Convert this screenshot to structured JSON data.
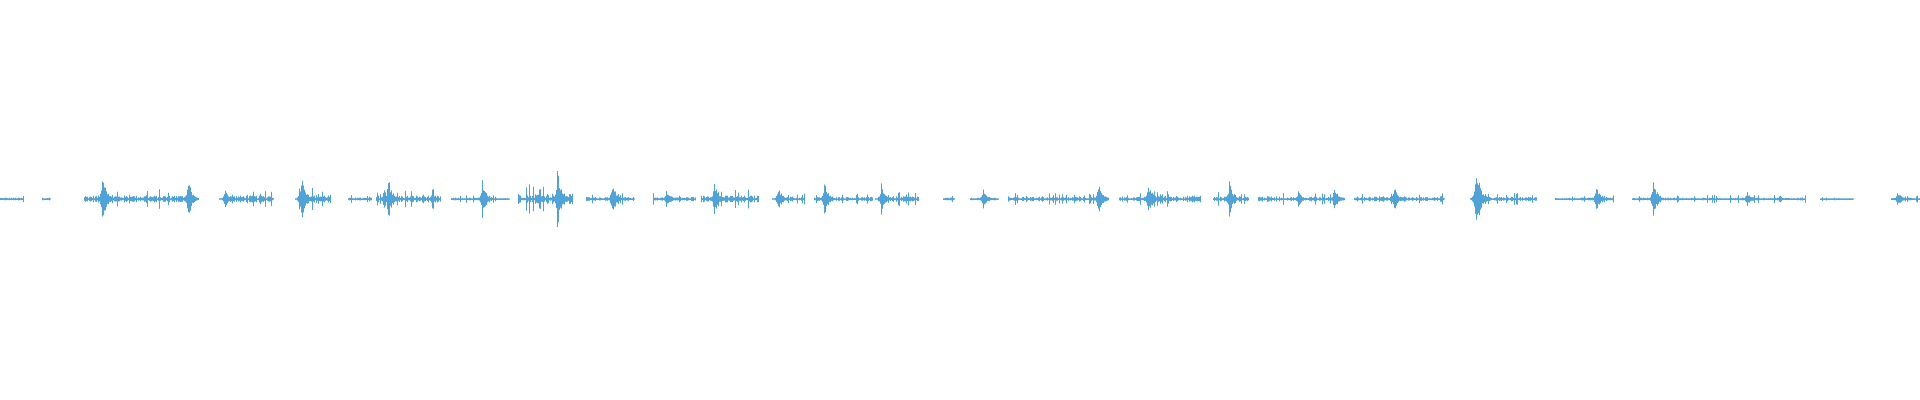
{
  "waveform": {
    "color": "#4fa3d9",
    "segments": [
      {
        "start": 0.0,
        "end": 0.012,
        "peak": 0.02
      },
      {
        "start": 0.022,
        "end": 0.026,
        "peak": 0.01
      },
      {
        "start": 0.044,
        "end": 0.099,
        "peak": 0.05
      },
      {
        "start": 0.12,
        "end": 0.142,
        "peak": 0.05
      },
      {
        "start": 0.155,
        "end": 0.172,
        "peak": 0.06
      },
      {
        "start": 0.181,
        "end": 0.193,
        "peak": 0.02
      },
      {
        "start": 0.196,
        "end": 0.229,
        "peak": 0.05
      },
      {
        "start": 0.235,
        "end": 0.25,
        "peak": 0.02
      },
      {
        "start": 0.25,
        "end": 0.265,
        "peak": 0.02
      },
      {
        "start": 0.27,
        "end": 0.298,
        "peak": 0.08
      },
      {
        "start": 0.305,
        "end": 0.33,
        "peak": 0.03
      },
      {
        "start": 0.34,
        "end": 0.362,
        "peak": 0.03
      },
      {
        "start": 0.365,
        "end": 0.395,
        "peak": 0.05
      },
      {
        "start": 0.405,
        "end": 0.419,
        "peak": 0.03
      },
      {
        "start": 0.424,
        "end": 0.454,
        "peak": 0.03
      },
      {
        "start": 0.458,
        "end": 0.478,
        "peak": 0.04
      },
      {
        "start": 0.491,
        "end": 0.497,
        "peak": 0.02
      },
      {
        "start": 0.505,
        "end": 0.52,
        "peak": 0.02
      },
      {
        "start": 0.525,
        "end": 0.57,
        "peak": 0.03
      },
      {
        "start": 0.583,
        "end": 0.598,
        "peak": 0.03
      },
      {
        "start": 0.598,
        "end": 0.625,
        "peak": 0.05
      },
      {
        "start": 0.632,
        "end": 0.65,
        "peak": 0.04
      },
      {
        "start": 0.655,
        "end": 0.667,
        "peak": 0.04
      },
      {
        "start": 0.667,
        "end": 0.7,
        "peak": 0.03
      },
      {
        "start": 0.705,
        "end": 0.725,
        "peak": 0.04
      },
      {
        "start": 0.725,
        "end": 0.752,
        "peak": 0.03
      },
      {
        "start": 0.768,
        "end": 0.8,
        "peak": 0.03
      },
      {
        "start": 0.81,
        "end": 0.84,
        "peak": 0.02
      },
      {
        "start": 0.85,
        "end": 0.94,
        "peak": 0.02
      },
      {
        "start": 0.948,
        "end": 0.965,
        "peak": 0.01
      },
      {
        "start": 0.985,
        "end": 1.0,
        "peak": 0.02
      }
    ],
    "spikes": [
      {
        "x": 0.053,
        "peak": 0.12
      },
      {
        "x": 0.098,
        "peak": 0.1
      },
      {
        "x": 0.117,
        "peak": 0.05
      },
      {
        "x": 0.157,
        "peak": 0.12
      },
      {
        "x": 0.202,
        "peak": 0.11
      },
      {
        "x": 0.251,
        "peak": 0.1
      },
      {
        "x": 0.29,
        "peak": 0.15
      },
      {
        "x": 0.319,
        "peak": 0.08
      },
      {
        "x": 0.347,
        "peak": 0.05
      },
      {
        "x": 0.372,
        "peak": 0.08
      },
      {
        "x": 0.405,
        "peak": 0.06
      },
      {
        "x": 0.429,
        "peak": 0.09
      },
      {
        "x": 0.459,
        "peak": 0.08
      },
      {
        "x": 0.512,
        "peak": 0.05
      },
      {
        "x": 0.572,
        "peak": 0.08
      },
      {
        "x": 0.598,
        "peak": 0.09
      },
      {
        "x": 0.64,
        "peak": 0.09
      },
      {
        "x": 0.676,
        "peak": 0.04
      },
      {
        "x": 0.695,
        "peak": 0.06
      },
      {
        "x": 0.726,
        "peak": 0.06
      },
      {
        "x": 0.769,
        "peak": 0.18
      },
      {
        "x": 0.831,
        "peak": 0.06
      },
      {
        "x": 0.861,
        "peak": 0.1
      },
      {
        "x": 0.91,
        "peak": 0.04
      },
      {
        "x": 0.988,
        "peak": 0.04
      }
    ]
  }
}
